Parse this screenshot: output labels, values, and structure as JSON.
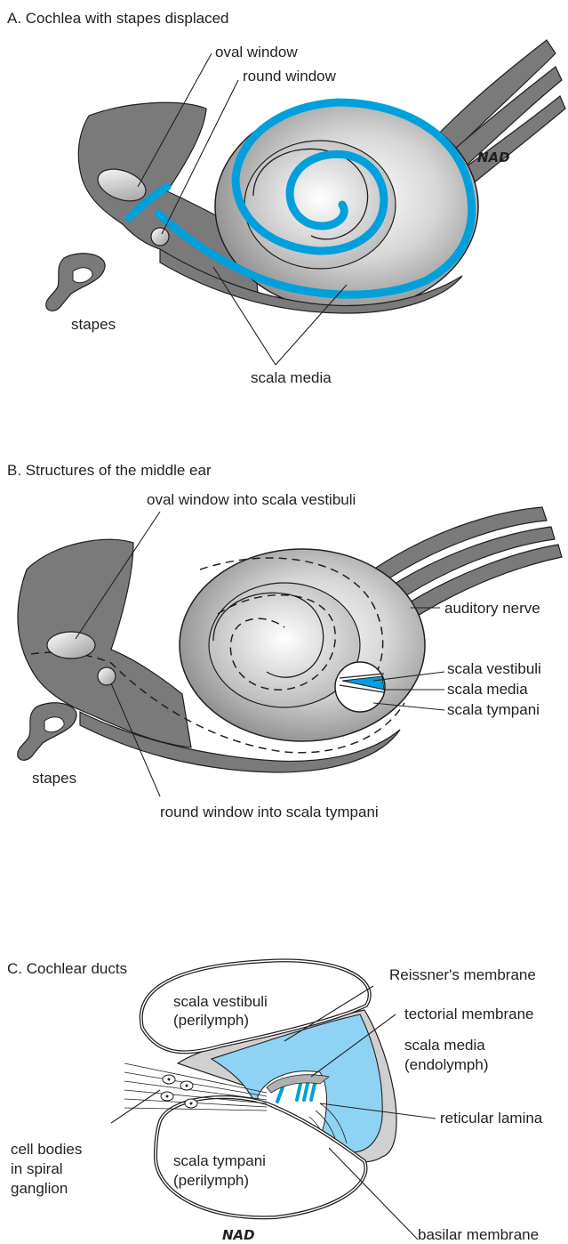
{
  "panel_a": {
    "title": "A. Cochlea with stapes displaced",
    "labels": {
      "oval_window": "oval window",
      "round_window": "round window",
      "stapes": "stapes",
      "scala_media": "scala media"
    },
    "signature": "NAD"
  },
  "panel_b": {
    "title": "B. Structures of the middle ear",
    "labels": {
      "oval_window": "oval window into scala vestibuli",
      "auditory_nerve": "auditory nerve",
      "scala_vestibuli": "scala vestibuli",
      "scala_media": "scala media",
      "scala_tympani": "scala tympani",
      "stapes": "stapes",
      "round_window": "round window into scala tympani"
    }
  },
  "panel_c": {
    "title": "C. Cochlear ducts",
    "labels": {
      "reissner": "Reissner's membrane",
      "vestibuli_1": "scala vestibuli",
      "vestibuli_2": "(perilymph)",
      "tectorial": "tectorial membrane",
      "media_1": "scala media",
      "media_2": "(endolymph)",
      "reticular": "reticular lamina",
      "cell_1": "cell bodies",
      "cell_2": "in spiral",
      "cell_3": "ganglion",
      "tympani_1": "scala tympani",
      "tympani_2": "(perilymph)",
      "basilar": "basilar membrane"
    },
    "signature": "NAD"
  },
  "colors": {
    "bone_gray": "#7a7a7a",
    "dark_line": "#231f20",
    "endolymph_blue": "#00a0dc",
    "light_blue": "#8fd3f4"
  }
}
